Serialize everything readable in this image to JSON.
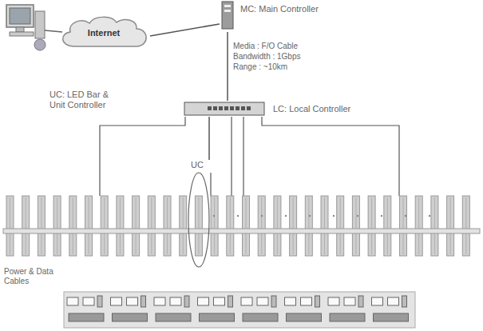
{
  "diagram": {
    "nodes": [
      {
        "text": [
          "Internet"
        ]
      },
      {
        "text": [
          "MC: Main Controller"
        ]
      },
      {
        "text": [
          "LC: Local Controller"
        ]
      },
      {
        "text": [
          "UC"
        ]
      }
    ],
    "edges": [
      {
        "from": 0,
        "to": 1,
        "arrow": "none"
      },
      {
        "from": 1,
        "to": 2,
        "arrow": "none"
      },
      {
        "from": 2,
        "to": 3,
        "arrow": "none"
      }
    ],
    "labels": [
      "Media : F/O Cable",
      "Bandwidth : 1Gbps",
      "Range : ~10km",
      "UC: LED Bar & Unit Controller",
      "Power & Data Cables"
    ]
  }
}
